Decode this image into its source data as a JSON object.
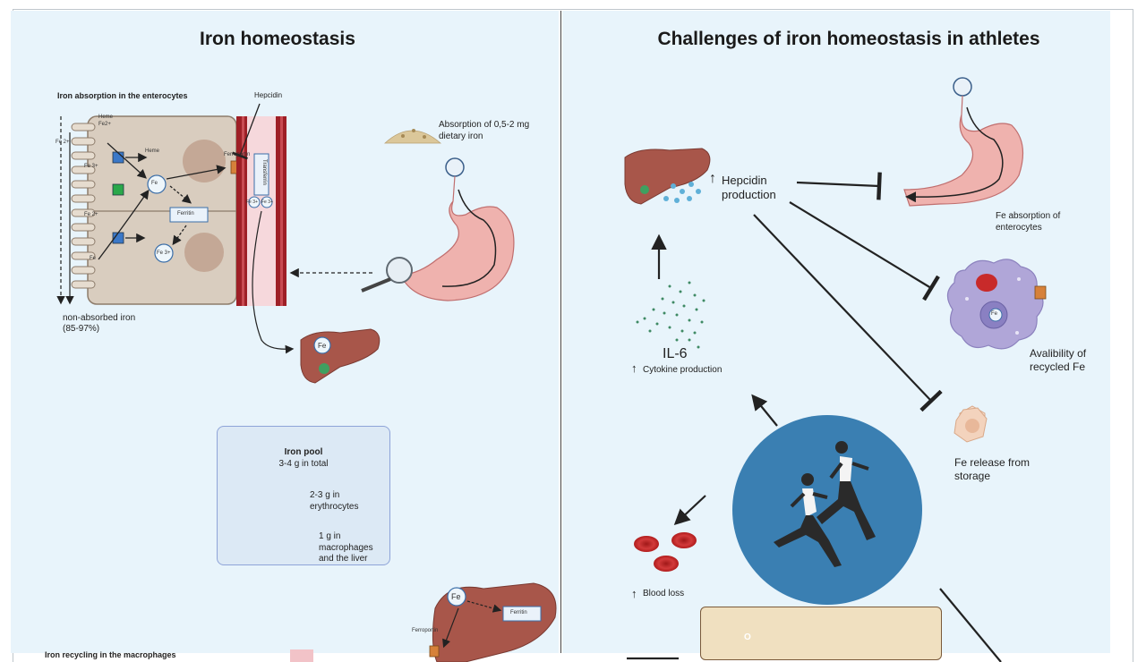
{
  "left_panel": {
    "title": "Iron homeostasis",
    "enterocyte_heading": "Iron absorption in the enterocytes",
    "hepcidin": "Hepcidin",
    "dietary": "Absorption of 0,5-2 mg dietary iron",
    "heme_fe2": "Heme Fe2+",
    "fe2_top": "Fe 2+",
    "fe3_a": "Fe 3+",
    "fe2_b": "Fe 2+",
    "heme": "Heme",
    "fe_circle": "Fe",
    "ferritin": "Ferritin",
    "fe3_circle": "Fe 3+",
    "ferroportin": "Ferroportin",
    "transferrin": "Transferrin",
    "fe3_small_a": "Fe 3+",
    "fe3_small_b": "Fe 3+",
    "fe_side": "Fe",
    "non_absorbed": "non-absorbed iron",
    "non_absorbed_pct": "(85-97%)",
    "liver_fe": "Fe",
    "pool_title": "Iron pool",
    "pool_total": "3-4 g in total",
    "pool_rbc": "2-3 g in erythrocytes",
    "pool_mac": "1 g in macrophages and the liver",
    "liver2_fe": "Fe",
    "liver2_ferritin": "Ferritin",
    "liver2_ferroportin": "Ferroportin",
    "recycling_heading": "Iron recycling in the macrophages"
  },
  "right_panel": {
    "title": "Challenges of iron homeostasis in athletes",
    "hepcidin_prod": "Hepcidin production",
    "fe_absorption": "Fe absorption of enterocytes",
    "recycled": "Avalibility of recycled Fe",
    "macrophage_fe": "Fe",
    "il6": "IL-6",
    "cytokine": "Cytokine production",
    "fe_release": "Fe release from storage",
    "blood_loss": "Blood loss",
    "up_arrow": "↑",
    "oxygen": "O"
  }
}
